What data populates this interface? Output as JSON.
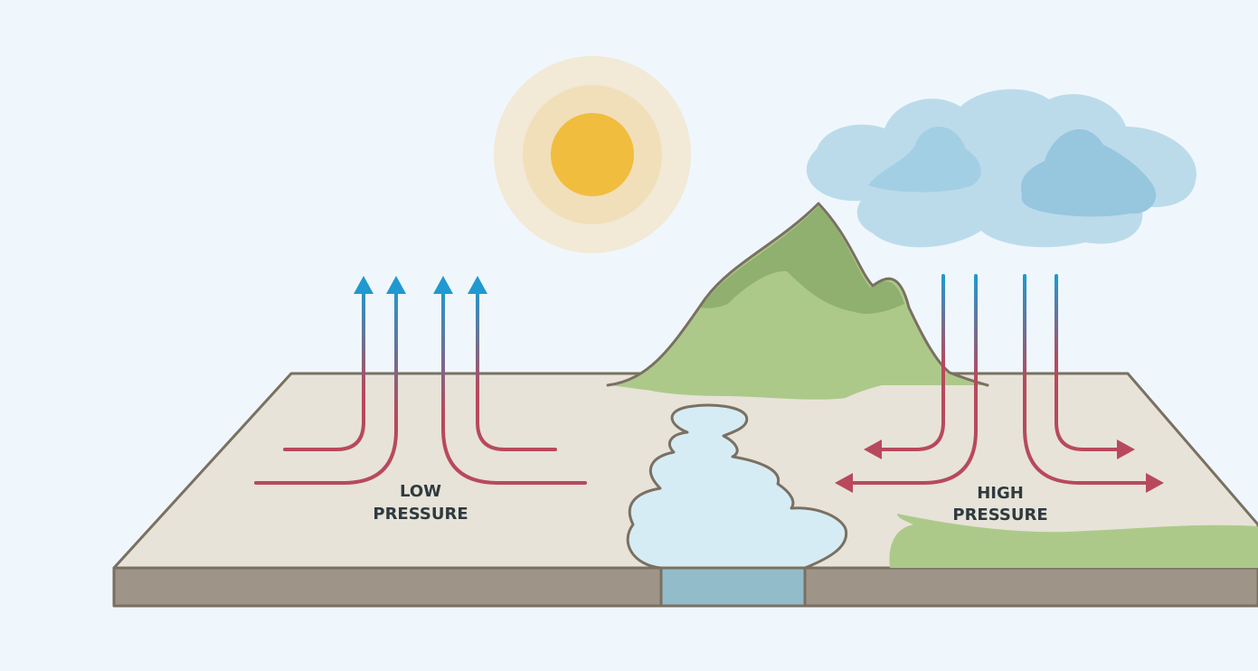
{
  "labels": {
    "low_line1": "LOW",
    "low_line2": "PRESSURE",
    "high_line1": "HIGH",
    "high_line2": "PRESSURE"
  },
  "colors": {
    "background": "#eff7fc",
    "ground_top": "#e7e3d8",
    "ground_side": "#9e9488",
    "outline": "#7a7062",
    "water": "#d6ecf4",
    "water_side": "#93bccb",
    "grass_light": "#adc98a",
    "grass_dark": "#8fb06e",
    "sun_core": "#f1bd3e",
    "sun_glow": "#f2e4c8",
    "cloud_light": "#bfdcea",
    "cloud_dark": "#9ccbe2",
    "air_warm": "#b8495c",
    "air_cool": "#1f99cf"
  }
}
